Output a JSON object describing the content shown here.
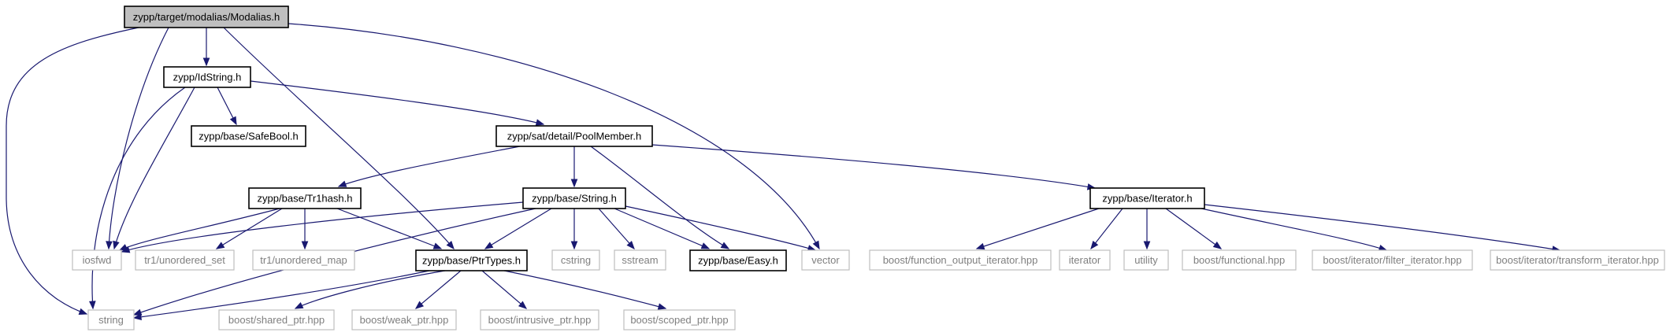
{
  "diagram": {
    "type": "include-dependency-graph",
    "colors": {
      "edge": "#191970",
      "root_fill": "#bfbfbf",
      "node_border": "#000000",
      "external_border": "#bfbfbf",
      "external_text": "#7f7f7f"
    },
    "nodes": [
      {
        "id": "modalias",
        "label": "zypp/target/modalias/Modalias.h",
        "kind": "root"
      },
      {
        "id": "idstring",
        "label": "zypp/IdString.h",
        "kind": "internal"
      },
      {
        "id": "safebool",
        "label": "zypp/base/SafeBool.h",
        "kind": "internal"
      },
      {
        "id": "poolmember",
        "label": "zypp/sat/detail/PoolMember.h",
        "kind": "internal"
      },
      {
        "id": "tr1hash",
        "label": "zypp/base/Tr1hash.h",
        "kind": "internal"
      },
      {
        "id": "string_h",
        "label": "zypp/base/String.h",
        "kind": "internal"
      },
      {
        "id": "iterator_h",
        "label": "zypp/base/Iterator.h",
        "kind": "internal"
      },
      {
        "id": "ptrtypes",
        "label": "zypp/base/PtrTypes.h",
        "kind": "internal"
      },
      {
        "id": "easy",
        "label": "zypp/base/Easy.h",
        "kind": "internal"
      },
      {
        "id": "iosfwd",
        "label": "iosfwd",
        "kind": "external"
      },
      {
        "id": "unordered_set",
        "label": "tr1/unordered_set",
        "kind": "external"
      },
      {
        "id": "unordered_map",
        "label": "tr1/unordered_map",
        "kind": "external"
      },
      {
        "id": "cstring",
        "label": "cstring",
        "kind": "external"
      },
      {
        "id": "sstream",
        "label": "sstream",
        "kind": "external"
      },
      {
        "id": "vector",
        "label": "vector",
        "kind": "external"
      },
      {
        "id": "func_out_iter",
        "label": "boost/function_output_iterator.hpp",
        "kind": "external"
      },
      {
        "id": "iterator",
        "label": "iterator",
        "kind": "external"
      },
      {
        "id": "utility",
        "label": "utility",
        "kind": "external"
      },
      {
        "id": "functional",
        "label": "boost/functional.hpp",
        "kind": "external"
      },
      {
        "id": "filter_iter",
        "label": "boost/iterator/filter_iterator.hpp",
        "kind": "external"
      },
      {
        "id": "transform_iter",
        "label": "boost/iterator/transform_iterator.hpp",
        "kind": "external"
      },
      {
        "id": "string",
        "label": "string",
        "kind": "external"
      },
      {
        "id": "shared_ptr",
        "label": "boost/shared_ptr.hpp",
        "kind": "external"
      },
      {
        "id": "weak_ptr",
        "label": "boost/weak_ptr.hpp",
        "kind": "external"
      },
      {
        "id": "intrusive_ptr",
        "label": "boost/intrusive_ptr.hpp",
        "kind": "external"
      },
      {
        "id": "scoped_ptr",
        "label": "boost/scoped_ptr.hpp",
        "kind": "external"
      }
    ],
    "edges": [
      {
        "from": "modalias",
        "to": "string"
      },
      {
        "from": "modalias",
        "to": "iosfwd"
      },
      {
        "from": "modalias",
        "to": "idstring"
      },
      {
        "from": "modalias",
        "to": "ptrtypes"
      },
      {
        "from": "modalias",
        "to": "vector"
      },
      {
        "from": "idstring",
        "to": "iosfwd"
      },
      {
        "from": "idstring",
        "to": "string"
      },
      {
        "from": "idstring",
        "to": "safebool"
      },
      {
        "from": "idstring",
        "to": "poolmember"
      },
      {
        "from": "poolmember",
        "to": "tr1hash"
      },
      {
        "from": "poolmember",
        "to": "string_h"
      },
      {
        "from": "poolmember",
        "to": "easy"
      },
      {
        "from": "poolmember",
        "to": "iterator_h"
      },
      {
        "from": "tr1hash",
        "to": "iosfwd"
      },
      {
        "from": "tr1hash",
        "to": "unordered_set"
      },
      {
        "from": "tr1hash",
        "to": "unordered_map"
      },
      {
        "from": "tr1hash",
        "to": "ptrtypes"
      },
      {
        "from": "string_h",
        "to": "iosfwd"
      },
      {
        "from": "string_h",
        "to": "string"
      },
      {
        "from": "string_h",
        "to": "ptrtypes"
      },
      {
        "from": "string_h",
        "to": "cstring"
      },
      {
        "from": "string_h",
        "to": "sstream"
      },
      {
        "from": "string_h",
        "to": "easy"
      },
      {
        "from": "string_h",
        "to": "vector"
      },
      {
        "from": "iterator_h",
        "to": "func_out_iter"
      },
      {
        "from": "iterator_h",
        "to": "iterator"
      },
      {
        "from": "iterator_h",
        "to": "utility"
      },
      {
        "from": "iterator_h",
        "to": "functional"
      },
      {
        "from": "iterator_h",
        "to": "filter_iter"
      },
      {
        "from": "iterator_h",
        "to": "transform_iter"
      },
      {
        "from": "ptrtypes",
        "to": "string"
      },
      {
        "from": "ptrtypes",
        "to": "shared_ptr"
      },
      {
        "from": "ptrtypes",
        "to": "weak_ptr"
      },
      {
        "from": "ptrtypes",
        "to": "intrusive_ptr"
      },
      {
        "from": "ptrtypes",
        "to": "scoped_ptr"
      }
    ]
  }
}
